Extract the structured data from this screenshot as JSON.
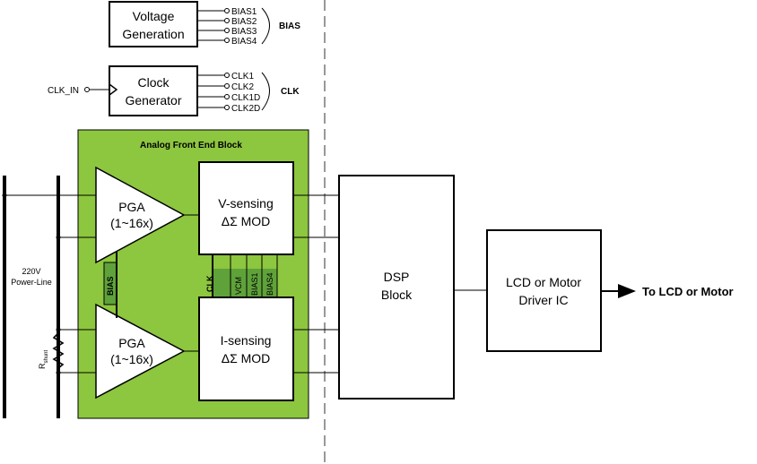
{
  "voltage_block": {
    "line1": "Voltage",
    "line2": "Generation"
  },
  "bias_outputs": [
    "BIAS1",
    "BIAS2",
    "BIAS3",
    "BIAS4"
  ],
  "bias_group_label": "BIAS",
  "clock_block": {
    "line1": "Clock",
    "line2": "Generator"
  },
  "clk_input_label": "CLK_IN",
  "clk_outputs": [
    "CLK1",
    "CLK2",
    "CLK1D",
    "CLK2D"
  ],
  "clk_group_label": "CLK",
  "afe_title": "Analog Front End Block",
  "pga_top": {
    "line1": "PGA",
    "line2": "(1~16x)"
  },
  "pga_bottom": {
    "line1": "PGA",
    "line2": "(1~16x)"
  },
  "v_mod": {
    "line1": "V-sensing",
    "line2": "ΔΣ MOD"
  },
  "i_mod": {
    "line1": "I-sensing",
    "line2": "ΔΣ MOD"
  },
  "bias_vertical_label": "BIAS",
  "bus_labels": [
    "CLK",
    "VCM",
    "BIAS1",
    "BIAS4"
  ],
  "power_line": {
    "line1": "220V",
    "line2": "Power-Line"
  },
  "rshunt": {
    "main": "R",
    "sub": "shunt"
  },
  "dsp_block": {
    "line1": "DSP",
    "line2": "Block"
  },
  "driver_block": {
    "line1": "LCD or Motor",
    "line2": "Driver IC"
  },
  "output_label": "To LCD or Motor",
  "colors": {
    "afe_fill": "#8dc63f",
    "bus_fill": "#5fa23a"
  }
}
